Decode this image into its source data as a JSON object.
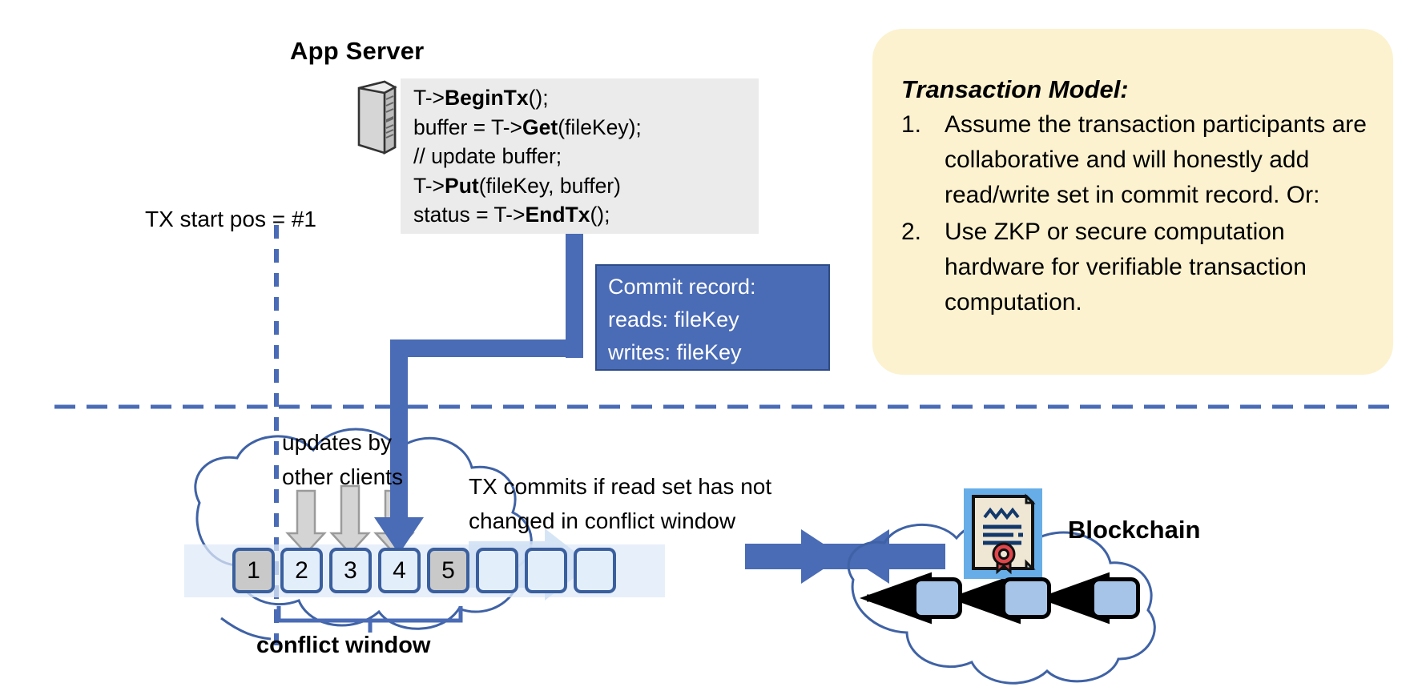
{
  "diagram": {
    "title": "Transactional key-value store over blockchain ledger",
    "colors": {
      "accent_blue": "#4a6bb5",
      "ledger_block_fill": "#e3eefb",
      "ledger_block_active": "#c9c9c9",
      "callout_yellow": "#fcf2cf",
      "code_background": "#ebebeb",
      "chain_block_fill": "#a6c4e8",
      "certificate_badge": "#67aee8",
      "seal_red": "#e0464b"
    }
  },
  "app_server": {
    "title": "App Server",
    "icon": "server-icon",
    "code_lines": [
      {
        "pre": "T->",
        "bold": "BeginTx",
        "post": "();"
      },
      {
        "pre": "buffer = T->",
        "bold": "Get",
        "post": "(fileKey);"
      },
      {
        "pre": "// update buffer;",
        "bold": "",
        "post": ""
      },
      {
        "pre": "T->",
        "bold": "Put",
        "post": "(fileKey, buffer)"
      },
      {
        "pre": "status = T->",
        "bold": "EndTx",
        "post": "();"
      }
    ]
  },
  "tx_start": {
    "label": "TX start pos = #1"
  },
  "commit_record": {
    "lines": [
      "Commit record:",
      "reads: fileKey",
      "writes: fileKey"
    ]
  },
  "transaction_model": {
    "title": "Transaction Model:",
    "items": [
      {
        "number": "1.",
        "text": "Assume the transaction participants are collaborative and will honestly add read/write set in commit record.  Or:"
      },
      {
        "number": "2.",
        "text": "Use ZKP or secure computation hardware for verifiable transaction computation."
      }
    ]
  },
  "annotations": {
    "updates_by_other_clients": "updates by\nother clients",
    "tx_commits": "TX commits if read set has not\nchanged in conflict window",
    "conflict_window": "conflict window",
    "blockchain": "Blockchain"
  },
  "ledger": {
    "cells": [
      {
        "label": "1",
        "state": "active"
      },
      {
        "label": "2",
        "state": "normal"
      },
      {
        "label": "3",
        "state": "normal"
      },
      {
        "label": "4",
        "state": "normal"
      },
      {
        "label": "5",
        "state": "active"
      },
      {
        "label": "",
        "state": "normal"
      },
      {
        "label": "",
        "state": "normal"
      },
      {
        "label": "",
        "state": "normal"
      }
    ]
  },
  "blockchain_chain": {
    "blocks": [
      "",
      "",
      ""
    ],
    "link_direction": "right-to-left"
  }
}
